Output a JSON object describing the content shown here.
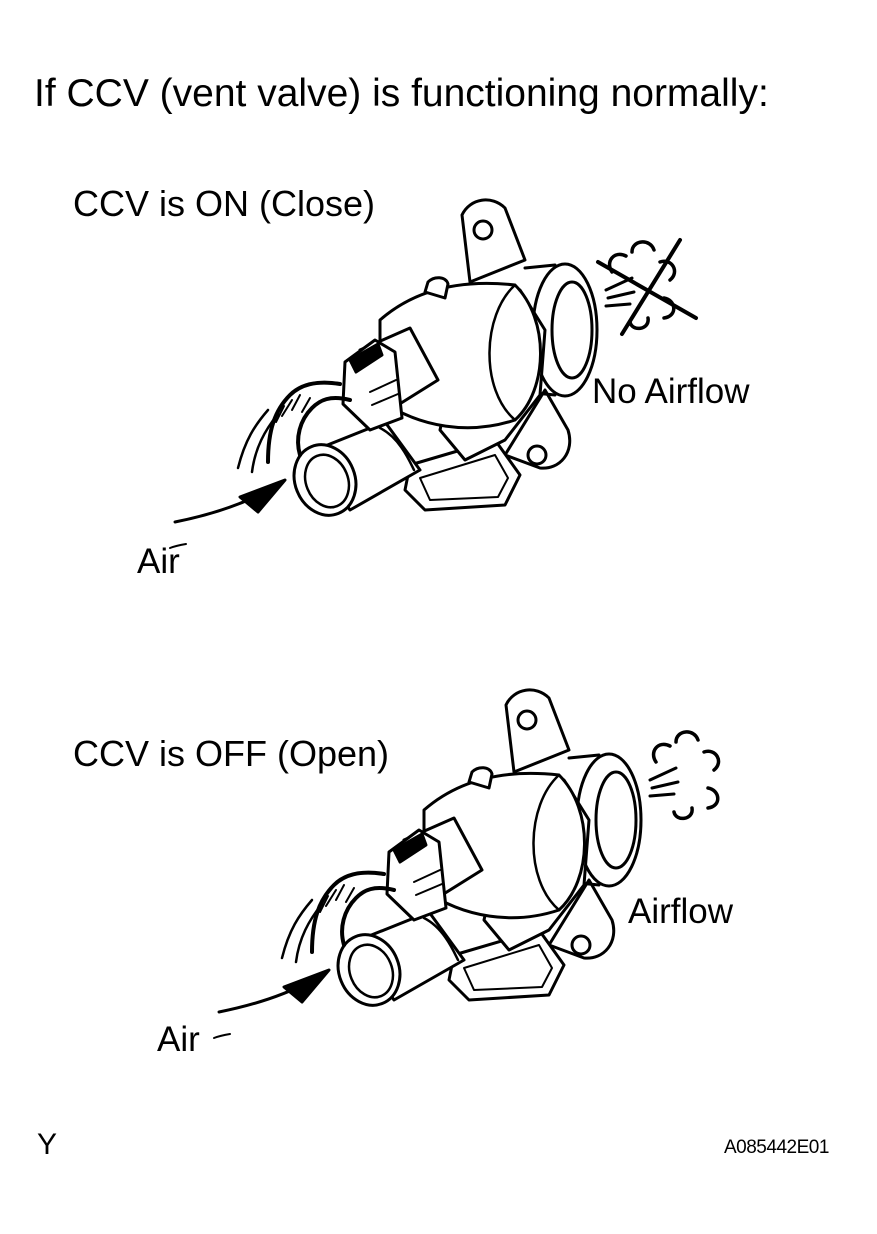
{
  "title": "If CCV (vent valve) is functioning normally:",
  "states": [
    {
      "label": "CCV is ON (Close)",
      "flow_label": "No Airflow",
      "inlet_label": "Air"
    },
    {
      "label": "CCV is OFF (Open)",
      "flow_label": "Airflow",
      "inlet_label": "Air"
    }
  ],
  "footer": {
    "left": "Y",
    "right": "A085442E01"
  }
}
